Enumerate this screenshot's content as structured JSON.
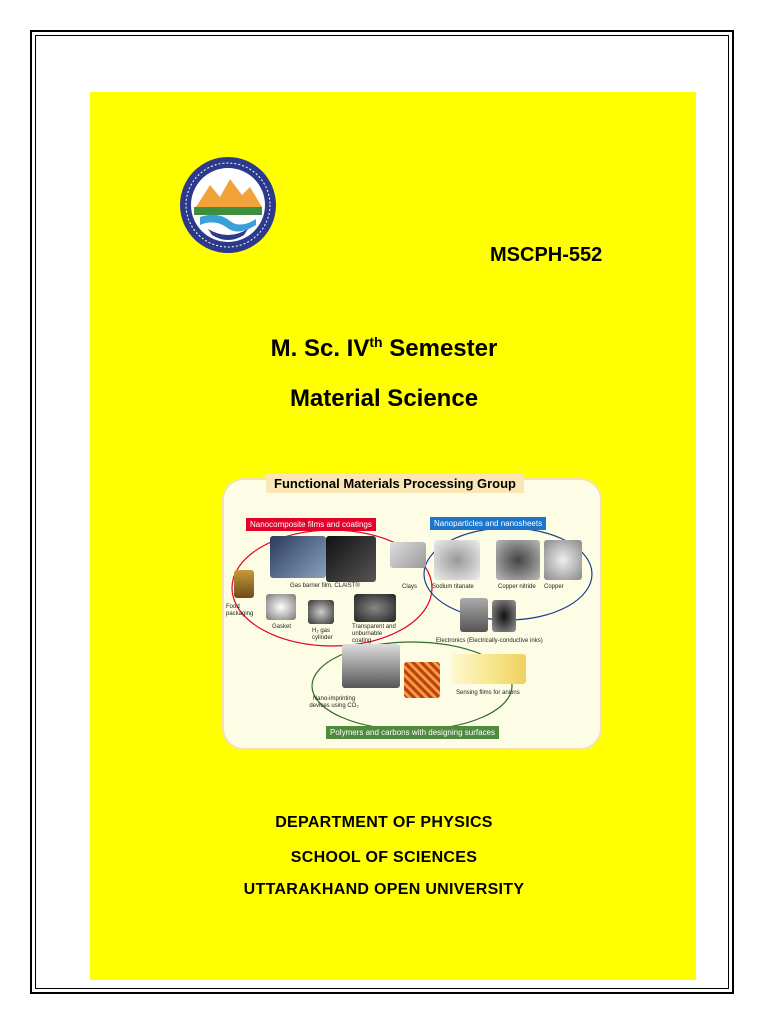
{
  "cover": {
    "course_code": "MSCPH-552",
    "title_main": "M. Sc. IV",
    "title_sup": "th",
    "title_rest": " Semester",
    "subject": "Material Science",
    "department": "DEPARTMENT OF PHYSICS",
    "school": "SCHOOL OF SCIENCES",
    "university": "UTTARAKHAND OPEN UNIVERSITY"
  },
  "figure": {
    "title": "Functional Materials Processing Group",
    "tag_left": "Nanocomposite films and coatings",
    "tag_right": "Nanoparticles and nanosheets",
    "tag_bottom": "Polymers and carbons with designing surfaces",
    "captions": {
      "gas_barrier": "Gas barrier film, CLAIST®",
      "clays": "Clays",
      "sodium": "Sodium titanate",
      "copper_nitride": "Copper nitride",
      "copper": "Copper",
      "food": "Food packaging",
      "gasket": "Gasket",
      "h2": "H₂ gas cylinder",
      "transparent": "Transparent and unburnable coating",
      "electronics": "Electronics (Electrically-conductive inks)",
      "nano_imprint": "Nano-imprinting devices using CO₂",
      "sensing": "Sensing films for anions"
    }
  },
  "colors": {
    "page_background": "#ffff00",
    "tag_red": "#e3002b",
    "tag_blue": "#1c75c8",
    "tag_green": "#4f8a3d"
  }
}
